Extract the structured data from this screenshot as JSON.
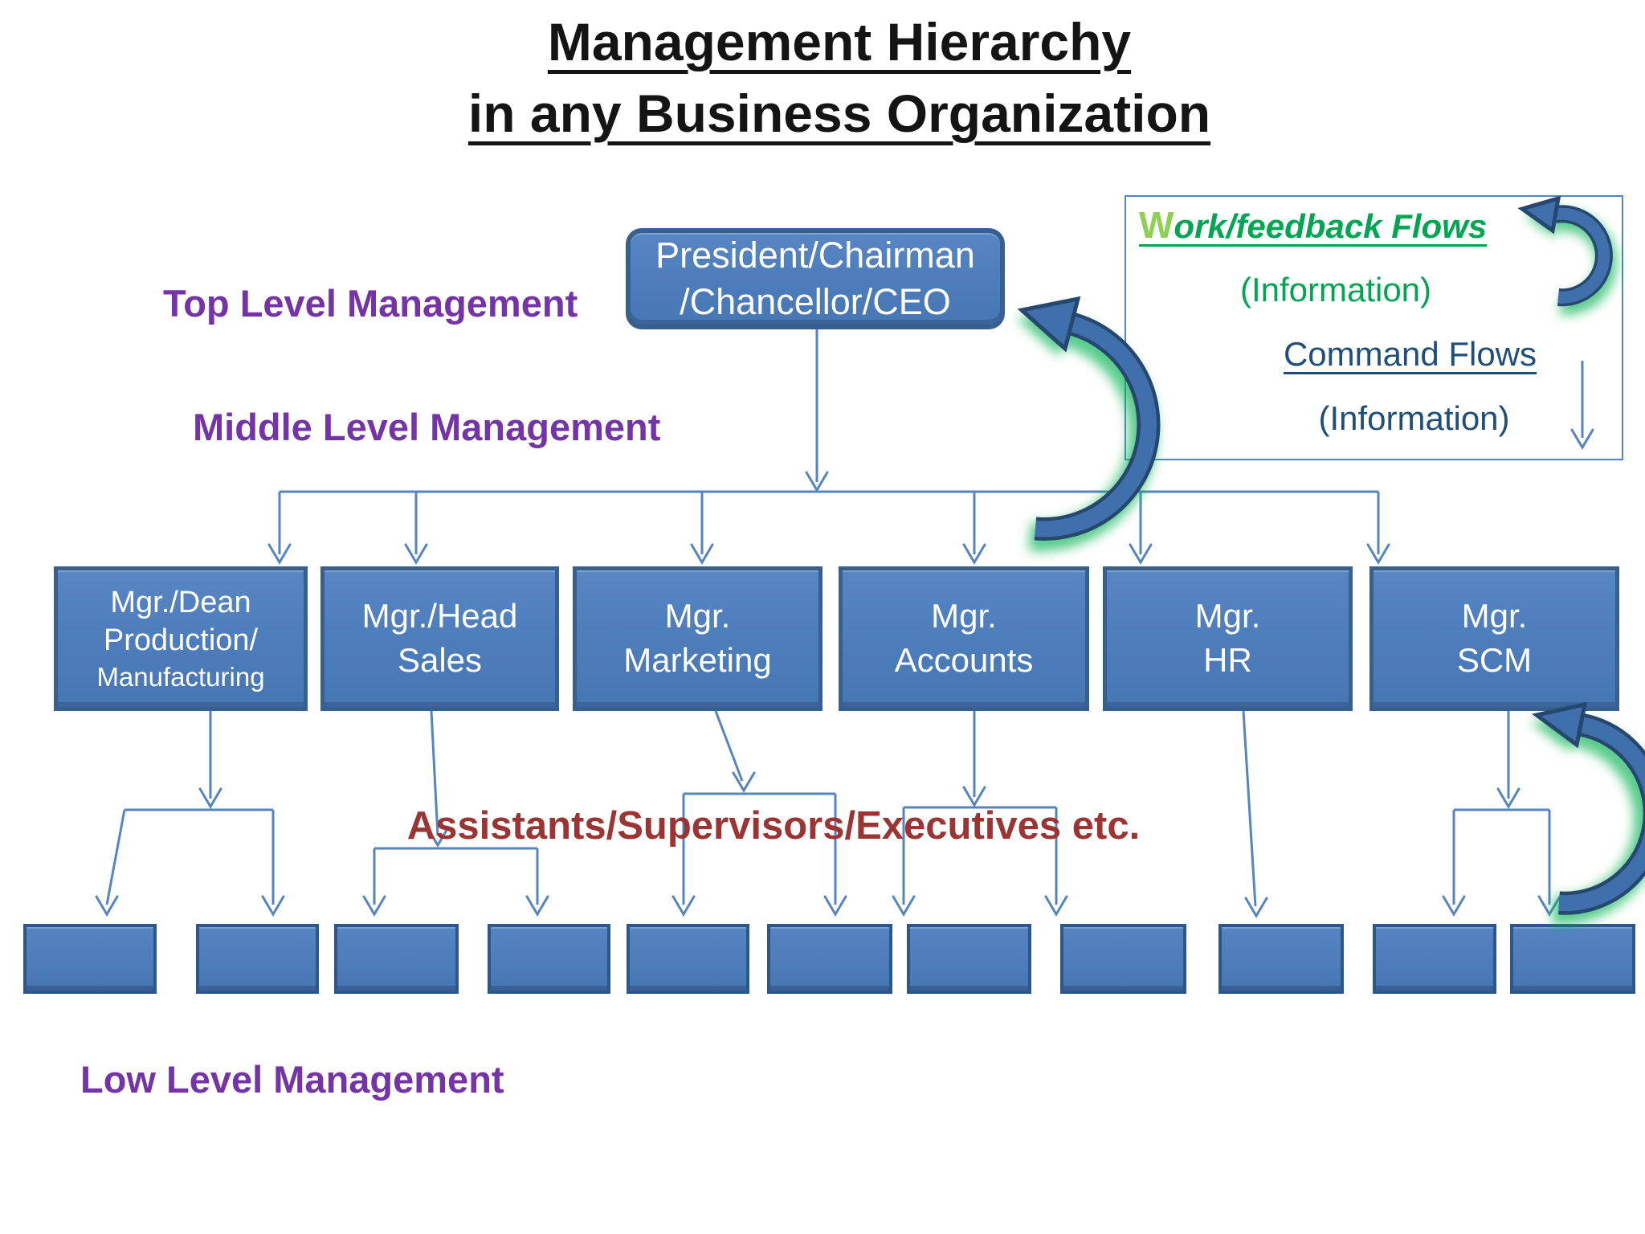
{
  "title": {
    "line1": "Management Hierarchy",
    "line2": "in any Business Organization"
  },
  "levels": {
    "top": "Top Level Management",
    "middle": "Middle Level Management",
    "low": "Low Level Management"
  },
  "assistants_label": "Assistants/Supervisors/Executives etc.",
  "president": {
    "line1": "President/Chairman",
    "line2": "/Chancellor/CEO"
  },
  "legend": {
    "work_flows_initial": "W",
    "work_flows_rest": "ork/feedback Flows",
    "work_flows_info": "(Information)",
    "command_flows": "Command Flows",
    "command_flows_info": "(Information)"
  },
  "managers": [
    {
      "lines": [
        "Mgr./Dean",
        "Production/",
        "Manufacturing"
      ]
    },
    {
      "lines": [
        "Mgr./Head",
        "Sales"
      ]
    },
    {
      "lines": [
        "Mgr.",
        "Marketing"
      ]
    },
    {
      "lines": [
        "Mgr.",
        "Accounts"
      ]
    },
    {
      "lines": [
        "Mgr.",
        "HR"
      ]
    },
    {
      "lines": [
        "Mgr.",
        "SCM"
      ]
    }
  ],
  "low_level_boxes": {
    "count": 11
  },
  "colors": {
    "box_fill": "#4d7cba",
    "box_border": "#38608f",
    "connector_blue": "#5585c0",
    "curved_arrow_blue": "#4070ab",
    "curved_arrow_outline": "#26476e",
    "glow_green": "#00b050",
    "purple_label": "#7434a8",
    "red_label": "#9c3433",
    "green_text": "#00a651",
    "light_green_initial": "#8ed052",
    "dark_blue_text": "#1f4e79"
  }
}
